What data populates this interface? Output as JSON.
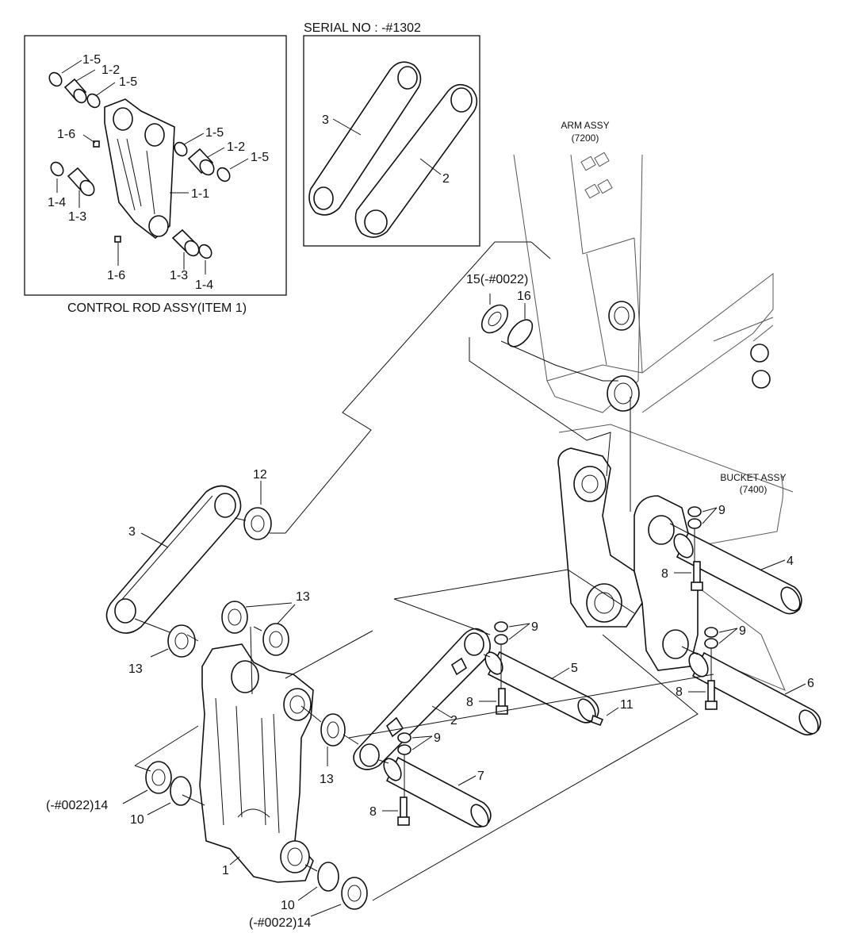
{
  "panels": {
    "control_rod_caption": "CONTROL ROD ASSY(ITEM 1)",
    "serial_caption": "SERIAL NO : -#1302"
  },
  "assemblies": {
    "arm_name": "ARM ASSY",
    "arm_code": "(7200)",
    "bucket_name": "BUCKET ASSY",
    "bucket_code": "(7400)"
  },
  "callouts": {
    "inset": {
      "c1_5a": "1-5",
      "c1_2a": "1-2",
      "c1_5b": "1-5",
      "c1_6a": "1-6",
      "c1_5c": "1-5",
      "c1_2b": "1-2",
      "c1_5d": "1-5",
      "c1_4a": "1-4",
      "c1_3a": "1-3",
      "c1_1": "1-1",
      "c1_6b": "1-6",
      "c1_3b": "1-3",
      "c1_4b": "1-4"
    },
    "serial": {
      "c3": "3",
      "c2": "2"
    },
    "main": {
      "c15": "15(-#0022)",
      "c16": "16",
      "c12": "12",
      "c3": "3",
      "c13a": "13",
      "c13b": "13",
      "c13c": "13",
      "c9a": "9",
      "c9b": "9",
      "c9c": "9",
      "c9d": "9",
      "c4": "4",
      "c8a": "8",
      "c8b": "8",
      "c8c": "8",
      "c8d": "8",
      "c5": "5",
      "c6": "6",
      "c2": "2",
      "c11": "11",
      "c7": "7",
      "c14a": "(-#0022)14",
      "c10a": "10",
      "c1": "1",
      "c10b": "10",
      "c14b": "(-#0022)14"
    }
  }
}
